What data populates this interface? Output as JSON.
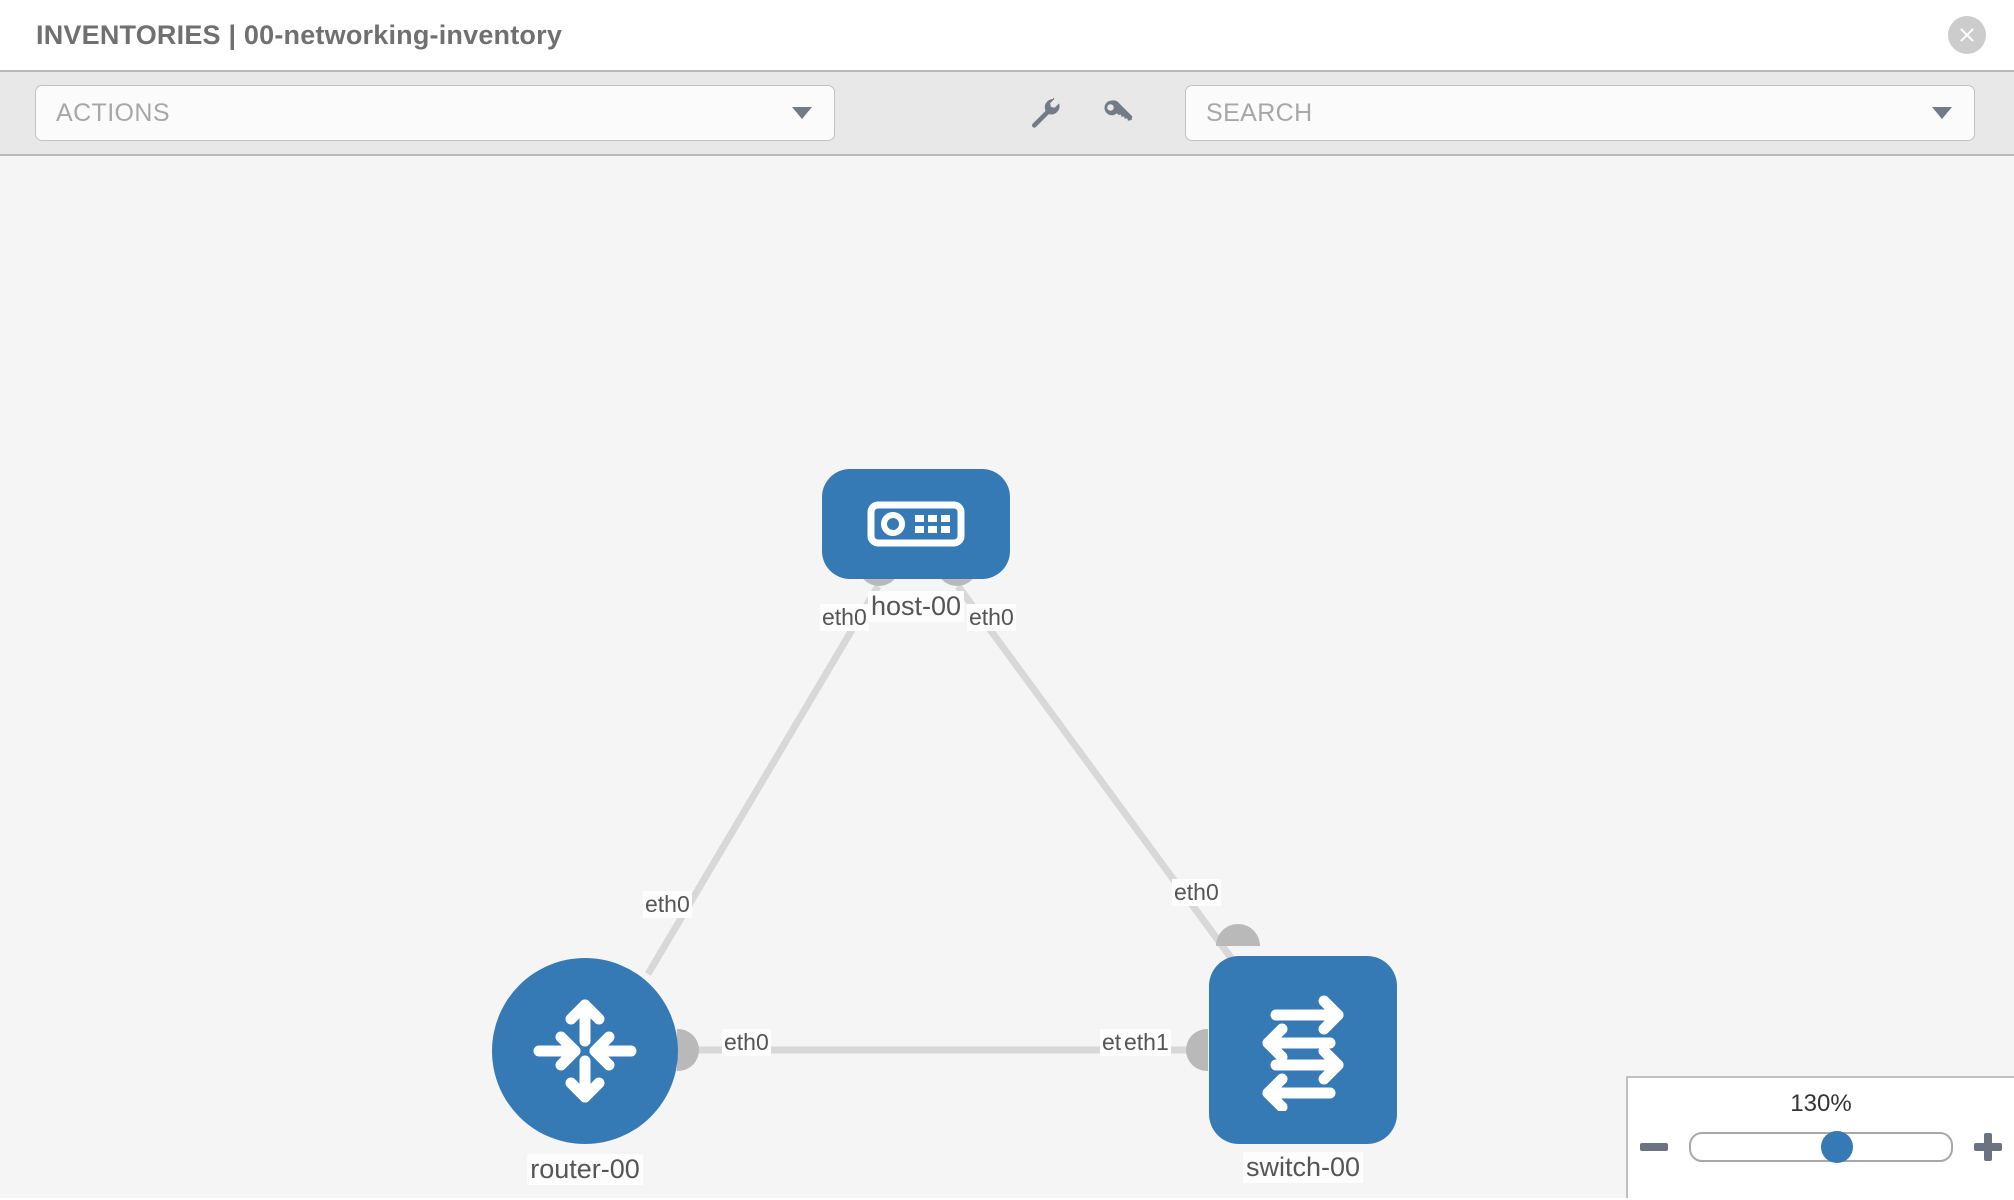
{
  "header": {
    "title": "INVENTORIES | 00-networking-inventory",
    "close_icon": "close-circle-icon"
  },
  "toolbar": {
    "actions_select": {
      "label": "ACTIONS",
      "caret_icon": "chevron-down-icon"
    },
    "search_select": {
      "placeholder": "SEARCH",
      "value": "SEARCH",
      "caret_icon": "chevron-down-icon"
    },
    "icons": [
      {
        "name": "wrench-icon",
        "title": "wrench"
      },
      {
        "name": "key-icon",
        "title": "key"
      }
    ]
  },
  "topology": {
    "nodes": [
      {
        "id": "host",
        "label": "host-00",
        "icon": "server-device-icon",
        "shape": "rounded-rect",
        "color": "#3579b5"
      },
      {
        "id": "router",
        "label": "router-00",
        "icon": "router-arrows-icon",
        "shape": "circle",
        "color": "#3579b5"
      },
      {
        "id": "switch",
        "label": "switch-00",
        "icon": "switch-arrows-icon",
        "shape": "rounded-square",
        "color": "#3579b5"
      }
    ],
    "edge_labels": {
      "host_left": "eth0",
      "host_right": "eth0",
      "router_top": "eth0",
      "router_right": "eth0",
      "switch_top": "eth0",
      "switch_left_a": "eth",
      "switch_left_b": "eth1"
    },
    "edge_color": "#d8d8d8",
    "port_color": "#b9b9b9",
    "background": "#f5f5f5"
  },
  "zoom_control": {
    "value_label": "130%",
    "minus_label": "minus-button",
    "plus_label": "plus-button",
    "slider_percent": 56
  }
}
